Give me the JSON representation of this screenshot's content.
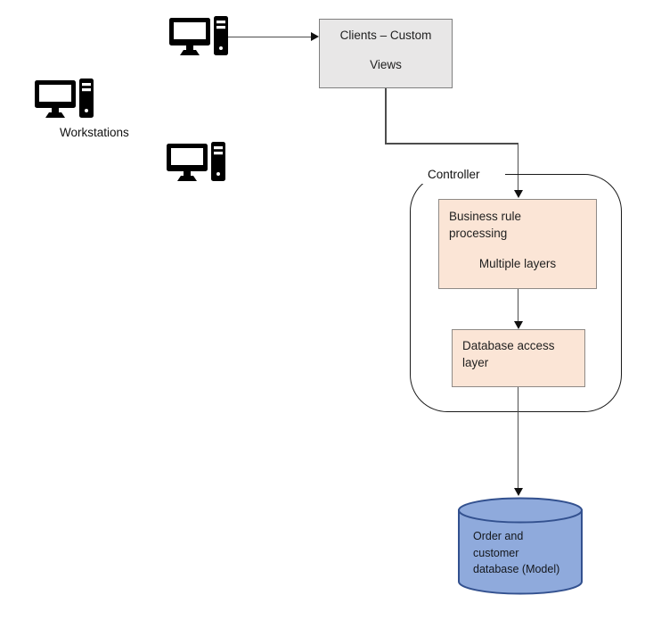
{
  "diagram": {
    "workstations_label": "Workstations",
    "clients_box": {
      "line1": "Clients – Custom",
      "line2": "Views"
    },
    "controller": {
      "label": "Controller",
      "business_rule_box": {
        "line1": "Business rule",
        "line2": "processing",
        "sub_label": "Multiple layers"
      },
      "database_access_box": {
        "line1": "Database access",
        "line2": "layer"
      }
    },
    "database_cylinder": {
      "line1": "Order and",
      "line2": "customer",
      "line3": "database (Model)"
    },
    "colors": {
      "clients_fill": "#E8E7E7",
      "clients_border": "#7F7F7F",
      "process_fill": "#FBE5D6",
      "process_border": "#8F8A86",
      "controller_outline": "#1A1A1A",
      "cylinder_fill": "#8FAADC",
      "cylinder_border": "#33518F",
      "connector_line": "#4D4D4D",
      "icon_color": "#000000"
    }
  }
}
